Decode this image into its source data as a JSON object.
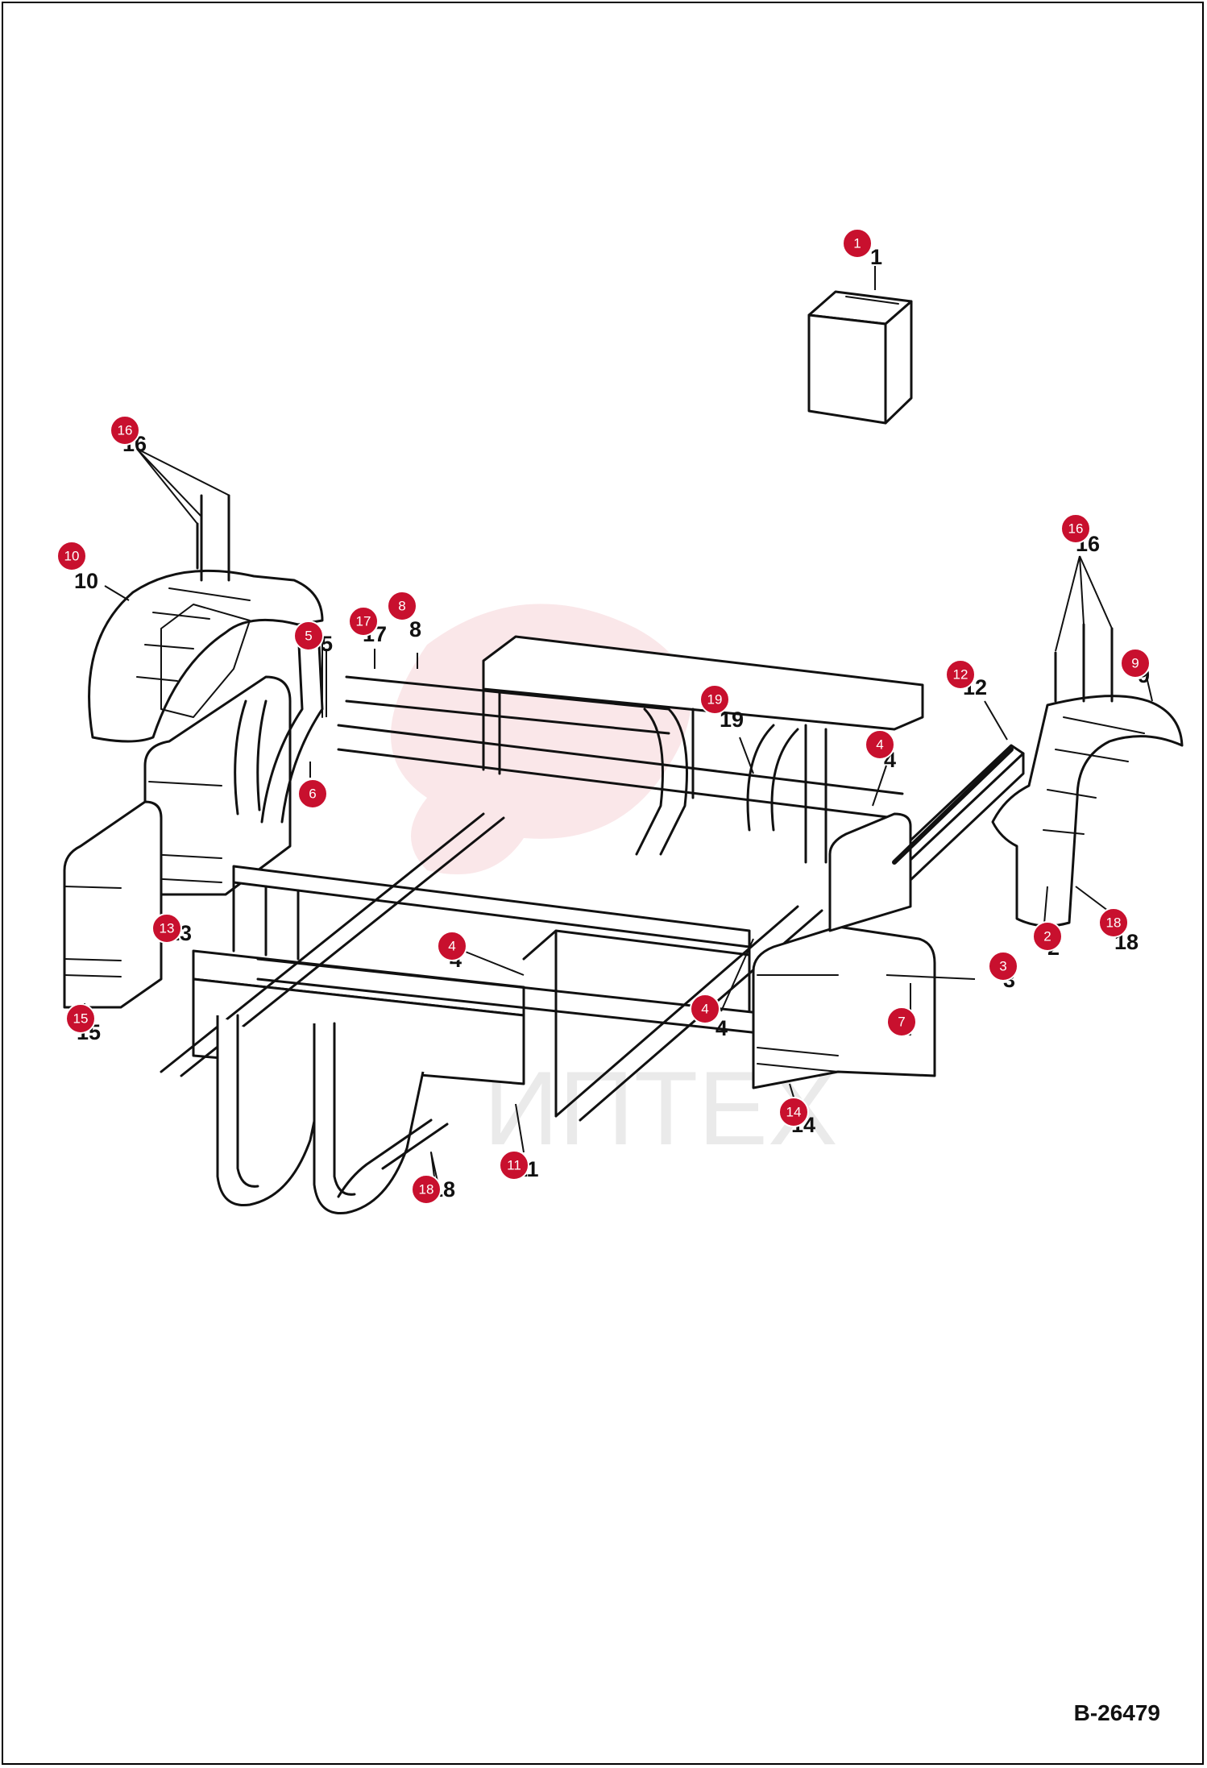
{
  "drawing_id": "B-26479",
  "watermark_text": "ИПТЕХ",
  "accent_color": "#c8102e",
  "callouts": [
    {
      "id": "c1",
      "text": "1"
    },
    {
      "id": "c16a",
      "text": "16"
    },
    {
      "id": "c10",
      "text": "10"
    },
    {
      "id": "c5",
      "text": "5"
    },
    {
      "id": "c17",
      "text": "17"
    },
    {
      "id": "c8",
      "text": "8"
    },
    {
      "id": "c6",
      "text": "6"
    },
    {
      "id": "c19",
      "text": "19"
    },
    {
      "id": "c4a",
      "text": "4"
    },
    {
      "id": "c12",
      "text": "12"
    },
    {
      "id": "c16b",
      "text": "16"
    },
    {
      "id": "c9",
      "text": "9"
    },
    {
      "id": "c13",
      "text": "13"
    },
    {
      "id": "c4b",
      "text": "4"
    },
    {
      "id": "c2",
      "text": "2"
    },
    {
      "id": "c18a",
      "text": "18"
    },
    {
      "id": "c3",
      "text": "3"
    },
    {
      "id": "c4c",
      "text": "4"
    },
    {
      "id": "c7",
      "text": "7"
    },
    {
      "id": "c15",
      "text": "15"
    },
    {
      "id": "c14",
      "text": "14"
    },
    {
      "id": "c11",
      "text": "11"
    },
    {
      "id": "c18b",
      "text": "18"
    }
  ],
  "labels": [
    {
      "id": "l1",
      "text": "1"
    },
    {
      "id": "l16a",
      "text": "16"
    },
    {
      "id": "l10",
      "text": "10"
    },
    {
      "id": "l5",
      "text": "5"
    },
    {
      "id": "l17",
      "text": "17"
    },
    {
      "id": "l8",
      "text": "8"
    },
    {
      "id": "l19",
      "text": "19"
    },
    {
      "id": "l4a",
      "text": "4"
    },
    {
      "id": "l12",
      "text": "12"
    },
    {
      "id": "l16b",
      "text": "16"
    },
    {
      "id": "l9",
      "text": "9"
    },
    {
      "id": "l13",
      "text": "13"
    },
    {
      "id": "l4b",
      "text": "4"
    },
    {
      "id": "l2",
      "text": "2"
    },
    {
      "id": "l18a",
      "text": "18"
    },
    {
      "id": "l3",
      "text": "3"
    },
    {
      "id": "l4c",
      "text": "4"
    },
    {
      "id": "l7",
      "text": "7"
    },
    {
      "id": "l15",
      "text": "15"
    },
    {
      "id": "l14",
      "text": "14"
    },
    {
      "id": "l11",
      "text": "11"
    },
    {
      "id": "l18b",
      "text": "18"
    }
  ]
}
